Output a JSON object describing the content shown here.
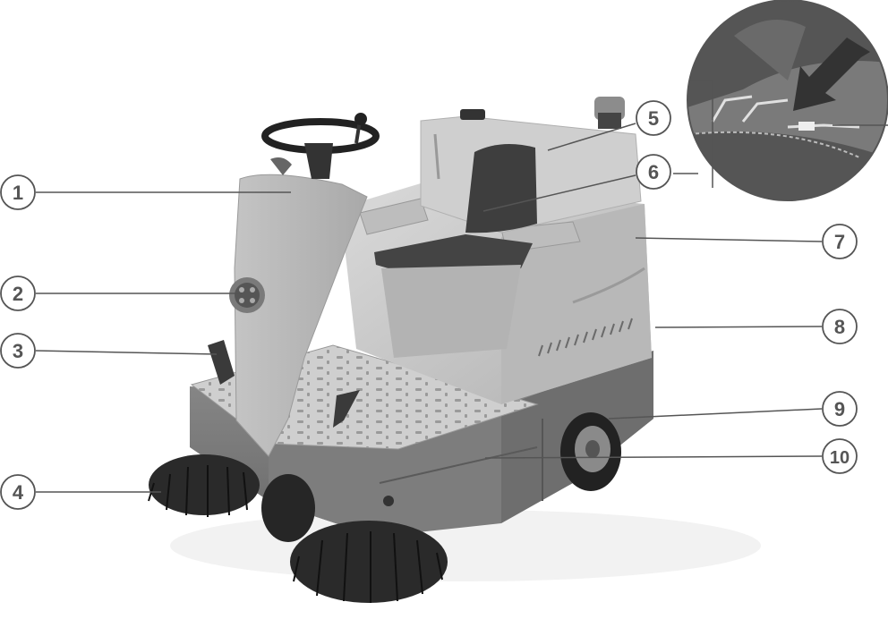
{
  "figure": {
    "callouts": [
      {
        "id": 1,
        "label": "1"
      },
      {
        "id": 2,
        "label": "2"
      },
      {
        "id": 3,
        "label": "3"
      },
      {
        "id": 4,
        "label": "4"
      },
      {
        "id": 5,
        "label": "5"
      },
      {
        "id": 6,
        "label": "6"
      },
      {
        "id": 7,
        "label": "7"
      },
      {
        "id": 8,
        "label": "8"
      },
      {
        "id": 9,
        "label": "9"
      },
      {
        "id": 10,
        "label": "10"
      }
    ],
    "colors": {
      "background": "#ffffff",
      "body_light": "#c9c9c9",
      "body_mid": "#a8a8a8",
      "body_dark": "#6f6f6f",
      "seat": "#3e3e3e",
      "brush": "#2a2a2a",
      "tire": "#222222",
      "callout_fill": "#ffffff",
      "callout_stroke": "#555555",
      "callout_text": "#555555",
      "leader_line": "#555555",
      "arrow": "#4a4a4a"
    }
  }
}
